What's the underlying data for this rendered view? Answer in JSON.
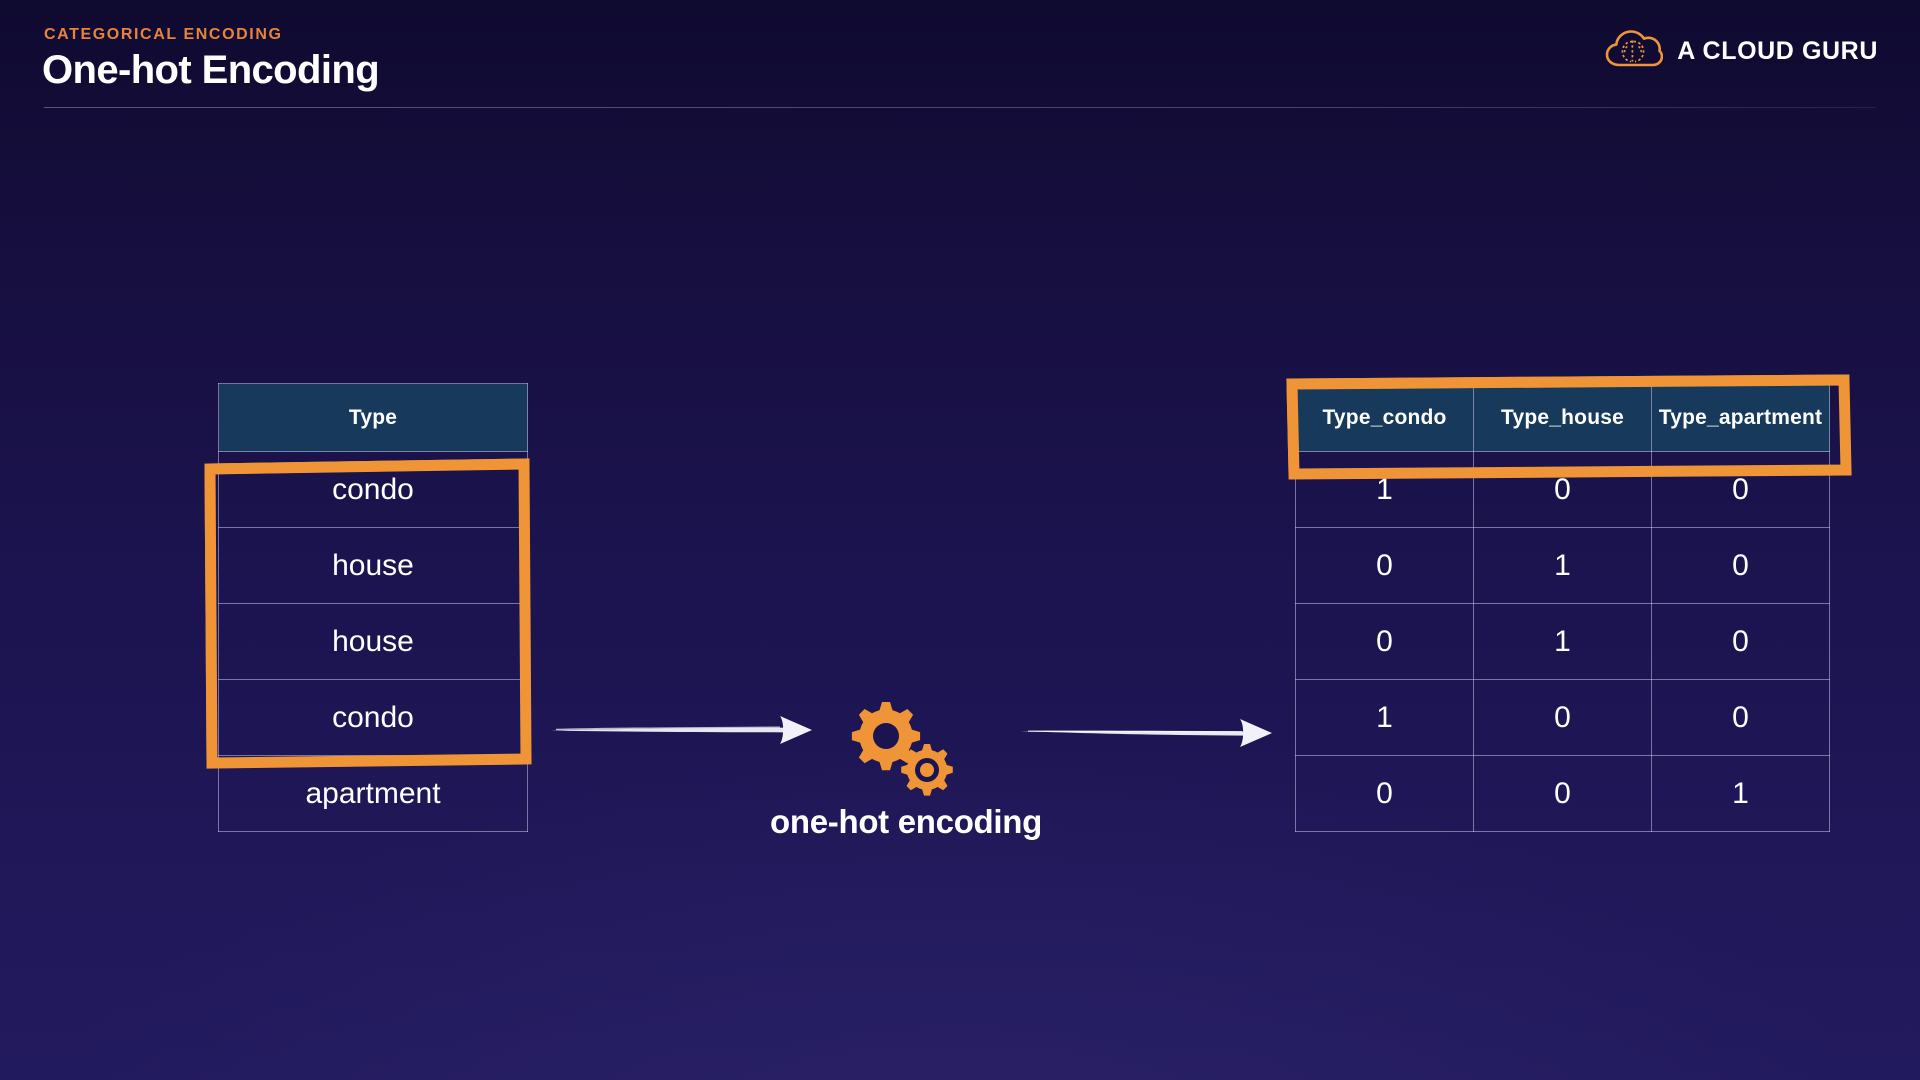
{
  "header": {
    "eyebrow": "CATEGORICAL ENCODING",
    "title": "One-hot Encoding",
    "brand_name": "A CLOUD GURU",
    "brand_icon": "cloud-brain-icon"
  },
  "colors": {
    "background_top": "#0f0a30",
    "background_bottom": "#221a5e",
    "accent_orange": "#ef9537",
    "eyebrow_orange": "#e8833a",
    "table_header_teal": "#17395c",
    "cell_border": "#c6c2e8",
    "text_white": "#ffffff",
    "arrow_white": "#f2f1fa"
  },
  "diagram": {
    "type": "transformation",
    "caption": "one-hot encoding",
    "process_icon": "gears-icon",
    "arrows": [
      {
        "name": "arrow-source-to-process",
        "direction": "right"
      },
      {
        "name": "arrow-process-to-encoded",
        "direction": "right"
      }
    ],
    "source_table": {
      "name": "source-table",
      "columns": [
        "Type"
      ],
      "rows": [
        [
          "condo"
        ],
        [
          "house"
        ],
        [
          "house"
        ],
        [
          "condo"
        ],
        [
          "apartment"
        ]
      ],
      "highlight": {
        "target": "data-rows",
        "style": "hand-drawn-rectangle",
        "color": "#ef9537"
      }
    },
    "encoded_table": {
      "name": "encoded-table",
      "columns": [
        "Type_condo",
        "Type_house",
        "Type_apartment"
      ],
      "rows": [
        [
          "1",
          "0",
          "0"
        ],
        [
          "0",
          "1",
          "0"
        ],
        [
          "0",
          "1",
          "0"
        ],
        [
          "1",
          "0",
          "0"
        ],
        [
          "0",
          "0",
          "1"
        ]
      ],
      "highlight": {
        "target": "header-row",
        "style": "hand-drawn-rectangle",
        "color": "#ef9537"
      }
    }
  }
}
